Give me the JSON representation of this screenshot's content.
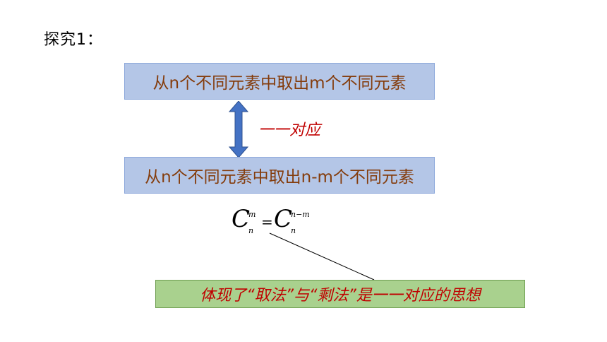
{
  "title": "探究1：",
  "box_top": {
    "text": "从n个不同元素中取出m个不同元素"
  },
  "box_bottom": {
    "text": "从n个不同元素中取出n-m个不同元素"
  },
  "correspondence_label": "一一对应",
  "formula": {
    "left": {
      "symbol": "C",
      "superscript": "m",
      "subscript": "n"
    },
    "equals": "=",
    "right": {
      "symbol": "C",
      "superscript": "n−m",
      "subscript": "n"
    }
  },
  "callout": {
    "text": "体现了“取法”与“剩法”是一一对应的思想"
  },
  "colors": {
    "box_fill": "#b4c6e7",
    "box_text": "#843c0c",
    "arrow": "#4472c4",
    "accent_red": "#c00000",
    "callout_fill": "#a9d18e"
  }
}
